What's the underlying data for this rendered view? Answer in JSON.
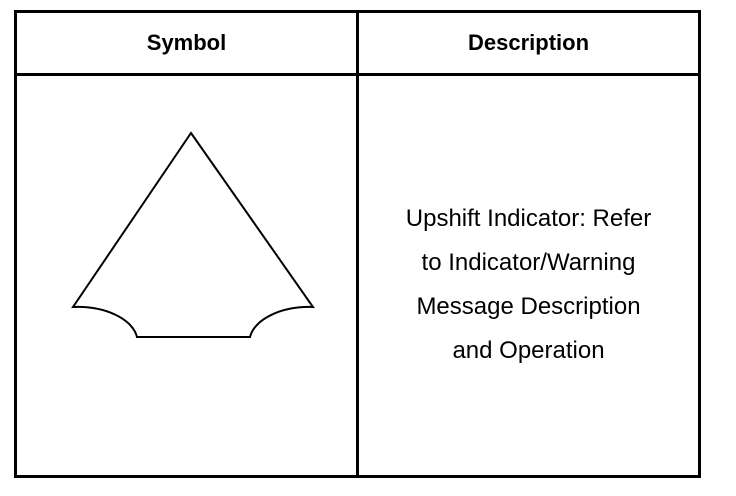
{
  "table": {
    "headers": {
      "symbol": "Symbol",
      "description": "Description"
    },
    "rows": [
      {
        "symbol_icon": "upshift-indicator-icon",
        "description_lines": [
          "Upshift Indicator: Refer",
          "to Indicator/Warning",
          "Message Description",
          "and Operation"
        ]
      }
    ]
  },
  "colors": {
    "border": "#000000",
    "background": "#ffffff",
    "text": "#000000"
  }
}
